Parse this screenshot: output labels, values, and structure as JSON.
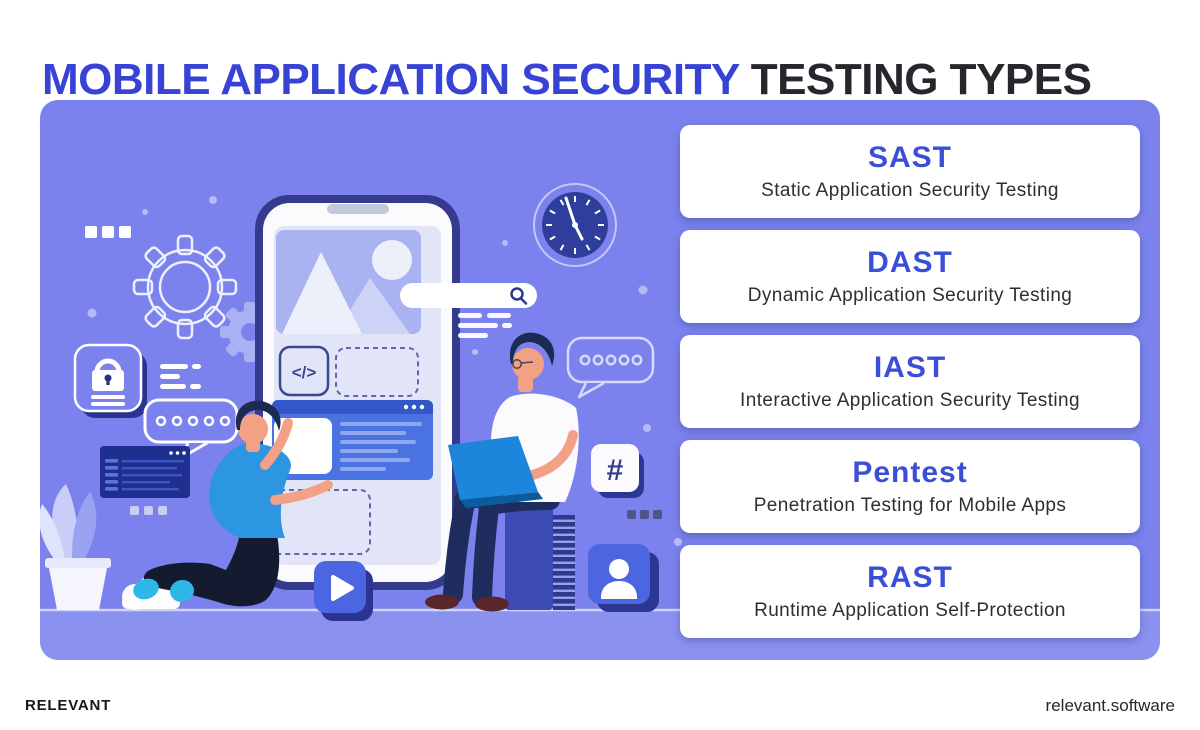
{
  "title": {
    "highlight": "MOBILE APPLICATION SECURITY",
    "rest": " TESTING TYPES"
  },
  "cards": [
    {
      "abbr": "SAST",
      "full": "Static Application Security Testing"
    },
    {
      "abbr": "DAST",
      "full": "Dynamic Application Security Testing"
    },
    {
      "abbr": "IAST",
      "full": "Interactive Application Security Testing"
    },
    {
      "abbr": "Pentest",
      "full": "Penetration Testing for Mobile Apps"
    },
    {
      "abbr": "RAST",
      "full": "Runtime Application Self-Protection"
    }
  ],
  "footer": {
    "brand": "RELEVANT",
    "website": "relevant.software"
  },
  "illustration": {
    "code_glyph": "</>",
    "hash_glyph": "#",
    "icons": [
      "gear-icon",
      "lock-icon",
      "clock-icon",
      "search-bar",
      "chat-bubble-icon",
      "terminal-window",
      "code-tile",
      "hashtag-tile",
      "user-tile",
      "play-tile",
      "plant",
      "cloud",
      "smartphone",
      "developer-kneeling",
      "developer-sitting-laptop"
    ]
  },
  "colors": {
    "panel": "#7b82ed",
    "title_highlight": "#3743d5",
    "title_rest": "#26262c",
    "card_heading": "#3b4ed8",
    "card_text": "#2e2e36",
    "accent_blue": "#4b66e0",
    "dark_navy": "#2c3693",
    "screen": "#e2e5f7",
    "bright_blue": "#1e85dc",
    "shirt_blue": "#2d96e2",
    "skin": "#f2a184"
  }
}
